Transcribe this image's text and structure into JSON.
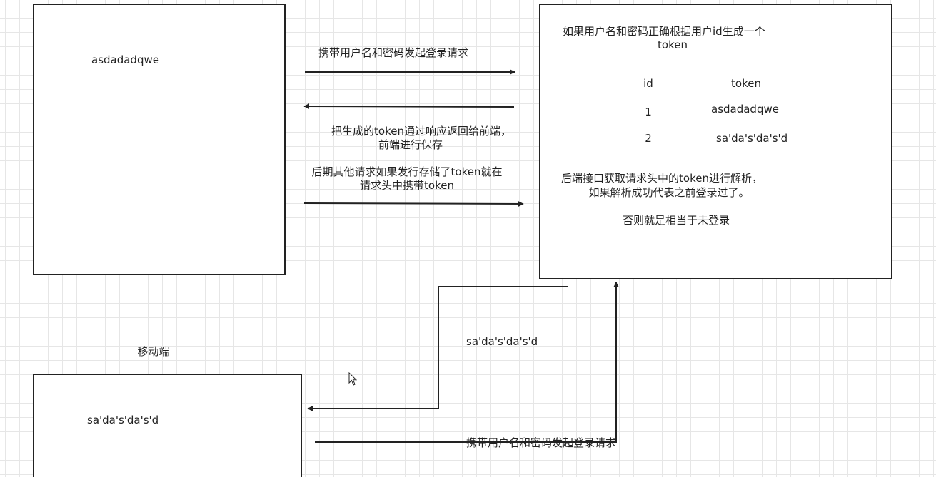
{
  "browser_client": {
    "token_text": "asdadadqwe"
  },
  "server": {
    "desc_line1": "如果用户名和密码正确根据用户id生成一个",
    "desc_line2": "token",
    "table": {
      "headers": [
        "id",
        "token"
      ],
      "rows": [
        {
          "id": "1",
          "token": "asdadadqwe"
        },
        {
          "id": "2",
          "token": "sa'da's'da's'd"
        }
      ]
    },
    "parse_line1": "后端接口获取请求头中的token进行解析，",
    "parse_line2": "如果解析成功代表之前登录过了。",
    "else_line": "否则就是相当于未登录"
  },
  "arrow_labels": {
    "login_request": "携带用户名和密码发起登录请求",
    "return_token_line1": "把生成的token通过响应返回给前端，",
    "return_token_line2": "前端进行保存",
    "later_request_line1": "后期其他请求如果发行存储了token就在",
    "later_request_line2": "请求头中携带token",
    "mobile_token_return": "sa'da's'da's'd",
    "mobile_login_request": "携带用户名和密码发起登录请求"
  },
  "mobile": {
    "title": "移动端",
    "token_text": "sa'da's'da's'd"
  },
  "colors": {
    "stroke": "#222222",
    "grid": "#e6e6e6",
    "background": "#ffffff"
  }
}
